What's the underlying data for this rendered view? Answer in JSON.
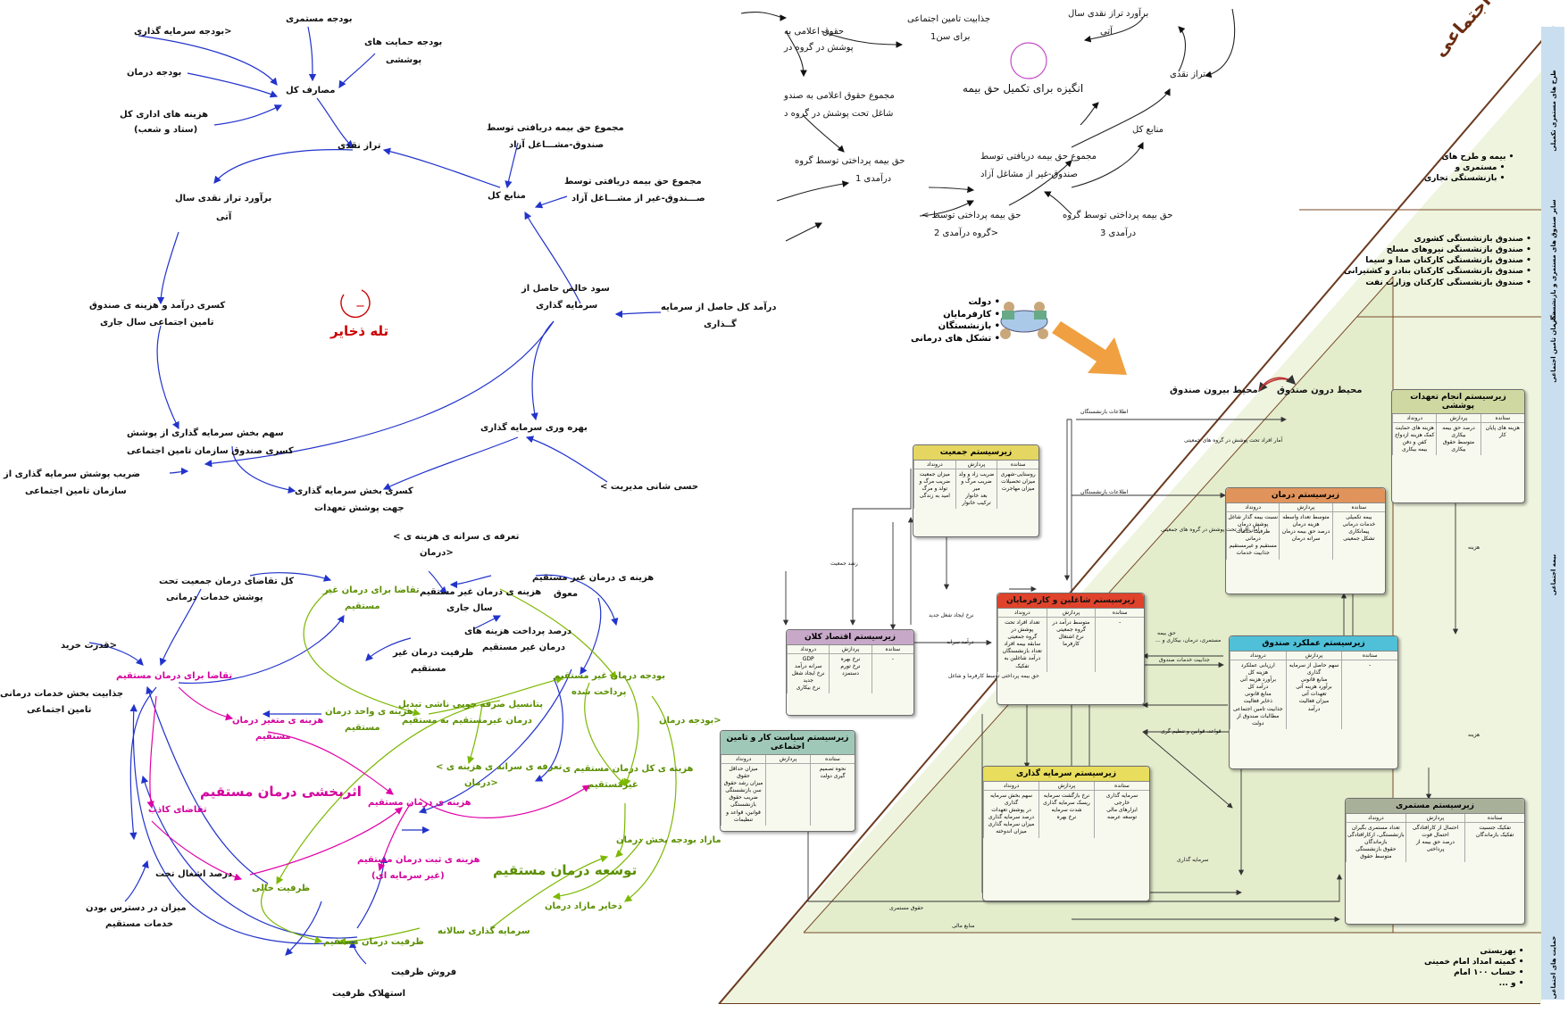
{
  "cld_top": {
    "title": "تله ذخایر",
    "loop_sign": "−",
    "nodes": [
      "بودجه مستمری",
      "<بودجه سرمایه گذاری",
      "بودجه حمایت های",
      "پوششی",
      "بودجه درمان",
      "مصارف کل",
      "هزینه های اداری کل",
      "(ستاد و شعب)",
      "تراز نقدی",
      "مجموع حق بیمه دریافتی توسط",
      "صندوق-مشـــاغل آزاد",
      "مجموع حق بیمه دریافتی توسط",
      "صـــندوق-غیر از مشـــاغل آزاد",
      "منابع کل",
      "برآورد تراز نقدی سال",
      "آتی",
      "سود خالص حاصل از",
      "سرمایه گذاری",
      "درآمد کل حاصل از سرمایه",
      "گــذاری",
      "کسری درآمد و هزینه ی صندوق",
      "تامین اجتماعی سال جاری",
      "بهره وری سرمایه گذاری",
      "سهم بخش سرمایه گذاری از پوشش",
      "کسری صندوق سازمان تامین اجتماعی",
      "ضریب پوشش سرمایه گذاری از",
      "سازمان تامین اجتماعی",
      "حسی شانی مدیریت >",
      "کسری بخش سرمایه گذاری",
      "جهت پوشش تعهدات"
    ]
  },
  "cld_bottom": {
    "title_direct": "اثربخشی درمان مستقیم",
    "title_expand": "توسعه درمان مستقیم",
    "nodes": [
      "تعرفه ی سرانه ی هزینه ی >",
      "<درمان",
      "کل تقاضای درمان جمعیت تحت",
      "پوشش خدمات درمانی",
      "تقاضا برای درمان غیر",
      "مستقیم",
      "هزینه ی درمان غیر مستقیم",
      "معوق",
      "هزینه ی درمان غیر مستقیم",
      "سال جاری",
      "درصد پرداخت هزینه های",
      "درمان غیر مستقیم",
      "ظرفیت درمان غیر",
      "مستقیم",
      "<قدرت خرید",
      "تقاضا برای درمان مستقیم",
      "جذابیت بخش خدمات درمانی",
      "تامین اجتماعی",
      "بودجه درمان غیر مستقیم",
      "پرداخت شده",
      "پتانسیل صرفه جویی ناشی تبدیل",
      "درمان غیرمستقیم به مستقیم",
      "هزینه ی واحد درمان",
      "مستقیم",
      "هزینه ی متغیر درمان",
      "مستقیم",
      "<بودجه درمان",
      "تعرفه ی سرانه ی هزینه ی >",
      "<درمان",
      "هزینه ی کل درمان مستقیم ی",
      "غیرمستقیم",
      "هزینه ی درمان مستقیم",
      "تقاضای کاذب",
      "مازاد بودجه بخش درمان",
      "هزینه ی ثبت درمان مستقیم",
      "(غیر سرمایه ای)",
      "درصد اشغال تخت",
      "ظرفیت خالی",
      "ذخایر مازاد درمان",
      "میزان در دسترس بودن",
      "خدمات مستقیم",
      "سرمایه گذاری سالانه",
      "ظرفیت درمان مستقیم",
      "فروش ظرفیت",
      "استهلاک ظرفیت"
    ]
  },
  "cld_right_top": {
    "title": "انگیزه برای تکمیل حق بیمه",
    "nodes": [
      "حقوق اعلامی به",
      "پوشش در گروه در",
      "جذابیت تامین اجتماعی",
      "برای سن1",
      "برآورد تراز نقدی سال",
      "آتی",
      "مجموع حقوق اعلامی به صندو",
      "شاغل تحت پوشش در گروه د",
      "تراز نقدی",
      "منابع کل",
      "حق بیمه پرداختی توسط گروه",
      "درآمدی 1",
      "مجموع حق بیمه دریافتی توسط",
      "صندوق-غیر از مشاغل آزاد",
      "حق بیمه پرداختی توسط >",
      "<گروه درآمدی 2",
      "حق بیمه پرداختی توسط گروه",
      "درآمدی 3"
    ]
  },
  "framework": {
    "title": "فضای خدمات اجتماعی",
    "stakeholders": [
      "دولت",
      "کارفرمایان",
      "بازنشستگان",
      "تشکل های درمانی"
    ],
    "env_out": "محیط بیرون صندوق",
    "env_in": "محیط درون صندوق",
    "side_labels": [
      "طرح های مستمری تکمیلی",
      "سایر صندوق های مستمری و بازنشستگی",
      "سازمان تامین اجتماعی",
      "بیمه اجتماعی",
      "حمایت های اجتماعی"
    ],
    "bullets_a": [
      "بیمه و طرح های",
      "مستمری و",
      "بازنشستگی تجاری"
    ],
    "bullets_b": [
      "صندوق بازنشستگی کشوری",
      "صندوق بازنشستگی نیروهای مسلح",
      "صندوق بازنشستگی کارکنان صدا و سیما",
      "صندوق بازنشستگی کارکنان بنادر و کشتیرانی",
      "صندوق بازنشستگی کارکنان وزارت نفت"
    ],
    "bullets_c": [
      "بهزیستی",
      "کمیته امداد امام خمینی",
      "حساب ۱۰۰ امام",
      "و ..."
    ],
    "col_headers": [
      "ستانده",
      "پردازش",
      "درونداد"
    ],
    "subsystems": {
      "population": {
        "title": "زیرسیستم جمعیت",
        "c1": "میزان جمعیت\nضریب مرگ و\nتولد و مرگ\nامید به زندگی",
        "c2": "ضریب زاد و ولد\nضریب مرگ و میر\nبعد خانوار\nترکیب خانوار",
        "c3": "روستایی-شهری\nمیزان تحصیلات\nمیزان مهاجرت"
      },
      "macro": {
        "title": "زیرسیستم اقتصاد کلان",
        "c1": "GDP\nسرانه درآمد\nنرخ ایجاد شغل جدید\nنرخ بیکاری",
        "c2": "نرخ بهره\nنرخ تورم\nدستمزد",
        "c3": "-"
      },
      "labor": {
        "title": "زیرسیستم سیاست کار و تامین اجتماعی",
        "c1": "میزان حداقل حقوق\nمیزان رشد حقوق\nسن بازنشستگی\nضریب حقوق بازنشستگی\nقوانین، قواعد و تنظیمات",
        "c2": "",
        "c3": "نحوه تصمیم\nگیری دولت"
      },
      "employed": {
        "title": "زیرسیستم شاغلین و کارفرمایان",
        "c1": "تعداد افراد تحت پوشش در\nگروه جمعیتی\nسابقه بیمه افراد\nتعداد بازنشستگان\nدرآمد شاغلین به تفکیک",
        "c2": "متوسط درآمد در\nگروه جمعیتی\nنرخ اشتغال\nکارفرما",
        "c3": "-"
      },
      "investment": {
        "title": "زیرسیستم سرمایه گذاری",
        "c1": "سهم بخش سرمایه گذاری\nدر پوشش تعهدات\nدرصد سرمایه گذاری\nمیزان سرمایه گذاری\nمیزان اندوخته",
        "c2": "نرخ بازگشت سرمایه\nریسک سرمایه گذاری\nشدت سرمایه\nنرخ بهره",
        "c3": "سرمایه گذاری\nخارجی\nابزارهای مالی\nتوسعه عرضه"
      },
      "health": {
        "title": "زیرسیستم درمان",
        "c1": "نسبت بیمه گذار شاغل\nپوشش درمان\nظرفیت خدمات درمانی\nمستقیم و غیرمستقیم\nجذابیت خدمات",
        "c2": "متوسط تعداد واسطه\nهزینه درمان\nدرصد حق بیمه درمان\nسرانه درمان",
        "c3": "بیمه تکمیلی\nخدمات درمانی\nپیمانکاری\nتشکل جمعیتی"
      },
      "obligations": {
        "title": "زیرسیستم انجام تعهدات پوششی",
        "c1": "هزینه های حمایت\nکمک هزینه ازدواج\nکفن و دفن\nبیمه بیکاری",
        "c2": "درصد حق بیمه\nبیکاری\nمتوسط حقوق\nبیکاری",
        "c3": "هزینه های پایان\nکار"
      },
      "fund": {
        "title": "زیرسیستم عملکرد صندوق",
        "c1": "ارزیابی عملکرد\nهزینه کل\nبرآورد هزینه آتی\nدرآمد کل\nمنابع قانونی\nذخایر فعالیت\nجذابیت تامین اجتماعی\nمطالبات صندوق از دولت",
        "c2": "سهم حاصل از سرمایه\nگذاری\nمنابع قانونی\nبرآورد هزینه آتی\nتعهدات آتی\nمیزان فعالیت\nدرآمد",
        "c3": "-"
      },
      "pension": {
        "title": "زیرسیستم مستمری",
        "c1": "تعداد مستمری بگیران\nبازنشستگی، ازکارافتادگی\nبازماندگان\nحقوق بازنشستگی\nمتوسط حقوق",
        "c2": "احتمال از کارافتادگی\nاحتمال فوت\nدرصد حق بیمه از\nپرداختی",
        "c3": "تفکیک جنسیت\nتفکیک بازماندگان"
      }
    },
    "arrow_labels": [
      "اطلاعات بازنشستگان",
      "اطلاعات بازنشستگان",
      "آمار افراد تحت پوشش در گروه های جمعیتی",
      "آمار افراد تحت پوشش در گروه های جمعیتی",
      "رشد جمعیت",
      "نرخ ایجاد شغل جدید",
      "درآمد سرانه",
      "حق بیمه پرداختی توسط کارفرما و شاغل",
      "حق بیمه",
      "جذابیت خدمات صندوق",
      "قواعد، قوانین و تنظیم گری",
      "مستمری، درمان، بیکاری و ...",
      "حقوق مستمری",
      "منابع مالی",
      "سرمایه گذاری",
      "هزینه",
      "هزینه"
    ]
  }
}
